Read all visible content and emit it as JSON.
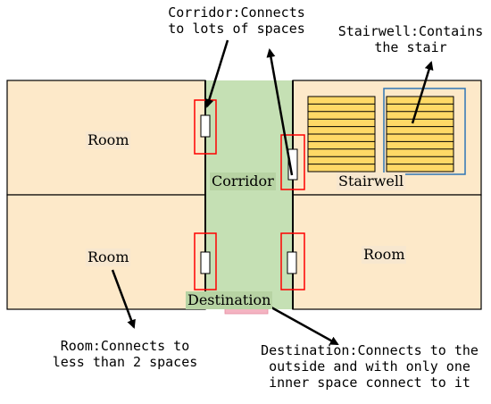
{
  "colors": {
    "room_fill": "#fde9c9",
    "corridor_fill": "#c5e0b4",
    "stair_fill": "#ffd966",
    "door_frame": "#ff0000",
    "stair_frame": "#2e75b6",
    "exit_fill": "#f4b4c2",
    "line": "#000000"
  },
  "labels": {
    "room_top_left": "Room",
    "room_bottom_left": "Room",
    "room_bottom_right": "Room",
    "corridor": "Corridor",
    "stairwell": "Stairwell",
    "destination": "Destination"
  },
  "annotations": {
    "corridor": "Corridor:Connects\nto lots of spaces",
    "stairwell": "Stairwell:Contains\nthe stair",
    "room": "Room:Connects to\nless than 2 spaces",
    "destination": "Destination:Connects to the\noutside and with only one\ninner space connect to it"
  }
}
